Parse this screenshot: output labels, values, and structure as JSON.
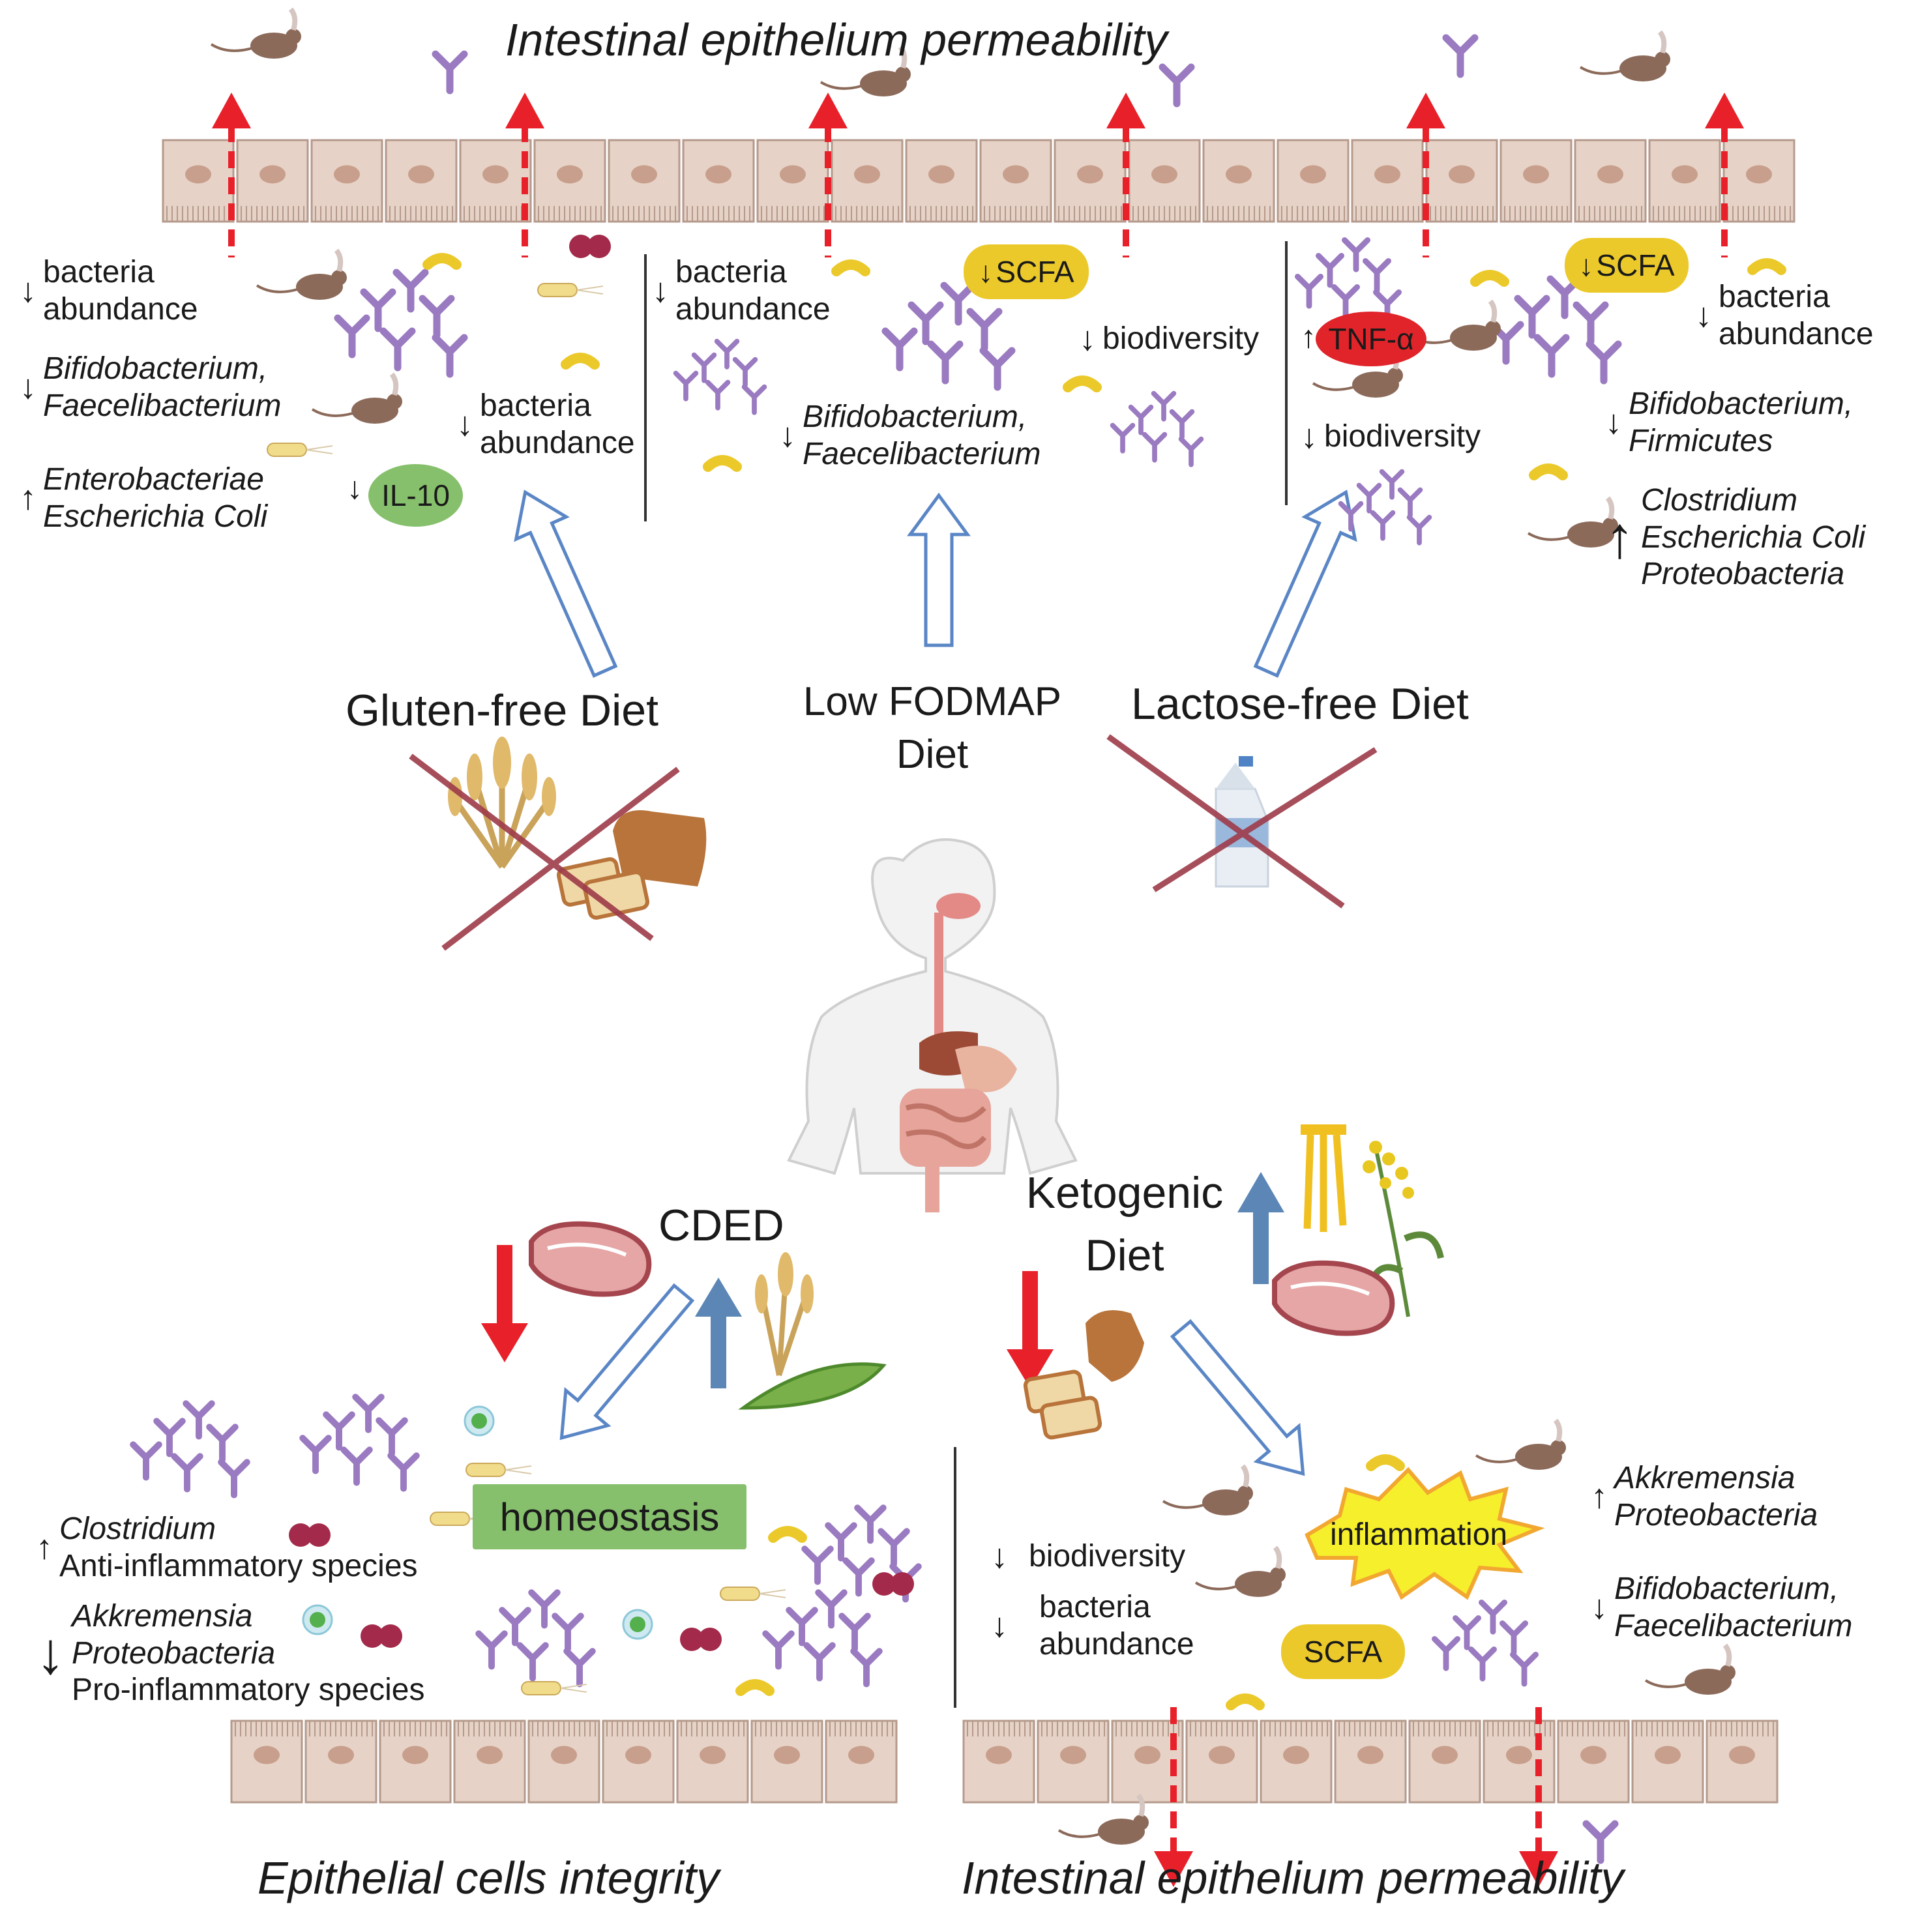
{
  "titles": {
    "top": "Intestinal epithelium permeability",
    "bottom_left": "Epithelial cells integrity",
    "bottom_right": "Intestinal epithelium permeability"
  },
  "diets": {
    "gluten_free": "Gluten-free Diet",
    "low_fodmap_line1": "Low FODMAP",
    "low_fodmap_line2": "Diet",
    "lactose_free": "Lactose-free Diet",
    "cded": "CDED",
    "ketogenic_line1": "Ketogenic",
    "ketogenic_line2": "Diet"
  },
  "gluten_free": {
    "bacteria_abundance": [
      "bacteria",
      "abundance"
    ],
    "decreased": [
      "Bifidobacterium,",
      "Faecelibacterium"
    ],
    "increased": [
      "Enterobacteriae",
      "Escherichia Coli"
    ],
    "bacteria_abundance_2": [
      "bacteria",
      "abundance"
    ],
    "il10": "IL-10"
  },
  "low_fodmap": {
    "bacteria_abundance": [
      "bacteria",
      "abundance"
    ],
    "scfa": "SCFA",
    "biodiversity": "biodiversity",
    "decreased": [
      "Bifidobacterium,",
      "Faecelibacterium"
    ]
  },
  "lactose_free": {
    "tnf": "TNF-α",
    "biodiversity": "biodiversity",
    "scfa": "SCFA",
    "bacteria_abundance": [
      "bacteria",
      "abundance"
    ],
    "decreased": [
      "Bifidobacterium,",
      "Firmicutes"
    ],
    "increased": [
      "Clostridium",
      "Escherichia Coli",
      "Proteobacteria"
    ]
  },
  "cded": {
    "homeostasis": "homeostasis",
    "increased": [
      "Clostridium",
      "Anti-inflammatory species"
    ],
    "decreased": [
      "Akkremensia",
      "Proteobacteria",
      "Pro-inflammatory species"
    ]
  },
  "ketogenic": {
    "biodiversity": "biodiversity",
    "bacteria_abundance": [
      "bacteria",
      "abundance"
    ],
    "inflammation": "inflammation",
    "scfa": "SCFA",
    "increased": [
      "Akkremensia",
      "Proteobacteria"
    ],
    "decreased": [
      "Bifidobacterium,",
      "Faecelibacterium"
    ]
  },
  "arrows": {
    "up": "↑",
    "down": "↓"
  },
  "colors": {
    "epithelium_cell": "#e6d2c6",
    "epithelium_border": "#b49a8c",
    "nucleus": "#c89f8c",
    "red_arrow": "#e8202a",
    "blue_arrow": "#5b86b5",
    "outline_arrow": "#5a86c6",
    "scfa_pill": "#ecc92a",
    "il10_pill": "#86c06c",
    "tnf_pill": "#e0242a",
    "homeostasis_box": "#86c06c",
    "inflammation_star": "#f6ef2c",
    "antibody": "#9a7ac0",
    "cross": "#9e3b4a"
  },
  "icons": [
    "epithelium-cells",
    "red-permeability-arrow",
    "antibody-icon",
    "bacterium-icon",
    "mouse-icon",
    "wheat-icon",
    "bread-icon",
    "milk-carton-icon",
    "human-digestive-icon",
    "steak-icon",
    "pea-pod-icon",
    "fatty-acid-icon",
    "rapeseed-icon"
  ]
}
